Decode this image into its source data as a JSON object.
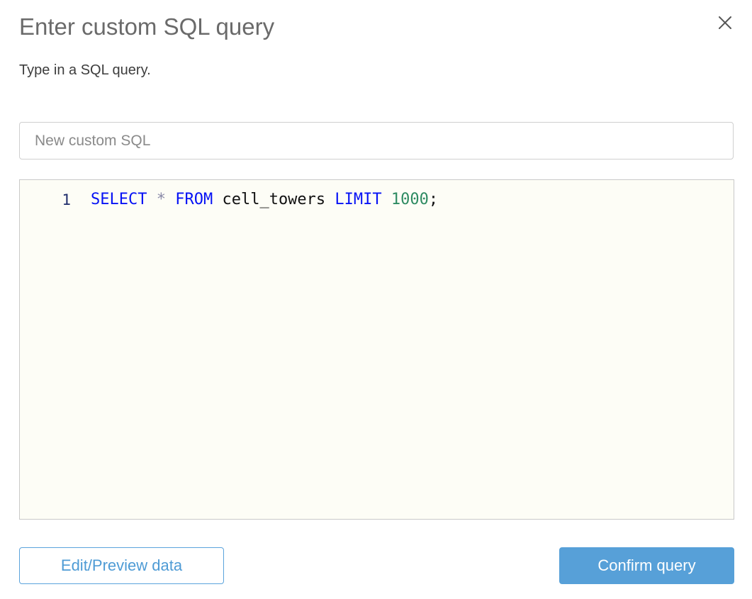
{
  "dialog": {
    "title": "Enter custom SQL query",
    "subtitle": "Type in a SQL query.",
    "close_icon": "close-icon"
  },
  "name_field": {
    "value": "New custom SQL",
    "placeholder": "New custom SQL"
  },
  "editor": {
    "line_numbers": [
      "1"
    ],
    "query_text": "SELECT * FROM cell_towers LIMIT 1000;",
    "tokens": [
      {
        "text": "SELECT",
        "type": "keyword"
      },
      {
        "text": " ",
        "type": "space"
      },
      {
        "text": "*",
        "type": "operator"
      },
      {
        "text": " ",
        "type": "space"
      },
      {
        "text": "FROM",
        "type": "keyword"
      },
      {
        "text": " ",
        "type": "space"
      },
      {
        "text": "cell_towers",
        "type": "identifier"
      },
      {
        "text": " ",
        "type": "space"
      },
      {
        "text": "LIMIT",
        "type": "keyword"
      },
      {
        "text": " ",
        "type": "space"
      },
      {
        "text": "1000",
        "type": "number"
      },
      {
        "text": ";",
        "type": "punctuation"
      }
    ]
  },
  "footer": {
    "secondary_label": "Edit/Preview data",
    "primary_label": "Confirm query"
  },
  "colors": {
    "accent": "#57a0d8",
    "accent_border": "#5ba3dc",
    "title_text": "#6a6a6a",
    "body_text": "#3d3d3d",
    "keyword": "#0612f5",
    "number": "#2e8b62",
    "operator": "#8a8aa8",
    "identifier": "#111111",
    "line_number": "#1f2d6b",
    "editor_background": "#fdfdf6"
  }
}
